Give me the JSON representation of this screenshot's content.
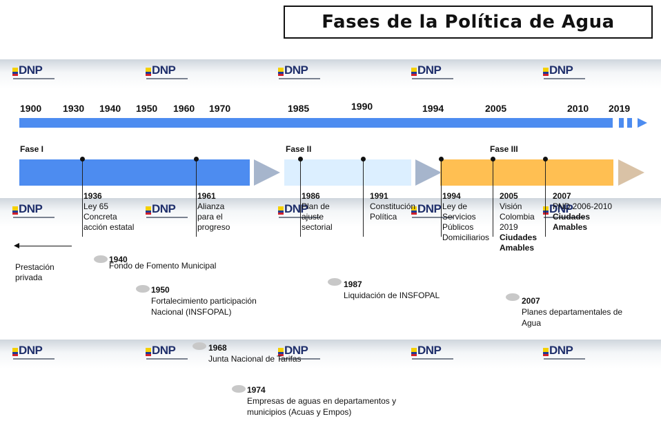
{
  "title": "Fases de la Política de Agua",
  "logo": {
    "text": "DNP",
    "colors": {
      "yellow": "#f5d000",
      "blue": "#1f3c94",
      "red": "#d0202a",
      "ink": "#1f2f6b"
    }
  },
  "years": [
    "1900",
    "1930",
    "1940",
    "1950",
    "1960",
    "1970",
    "1985",
    "1990",
    "1994",
    "2005",
    "2010",
    "2019"
  ],
  "phases": [
    {
      "label": "Fase I",
      "color": "#4d8cf0"
    },
    {
      "label": "Fase II",
      "color": "#dcefff"
    },
    {
      "label": "Fase III",
      "color": "#ffbf52"
    }
  ],
  "events": [
    {
      "year": "1936",
      "lines": [
        "Ley 65",
        "Concreta",
        "acción estatal"
      ]
    },
    {
      "year": "1961",
      "lines": [
        "Alianza",
        "para el",
        "progreso"
      ]
    },
    {
      "year": "1986",
      "lines": [
        "Plan de",
        "ajuste",
        "sectorial"
      ]
    },
    {
      "year": "1991",
      "lines": [
        "Constitución",
        "Política"
      ]
    },
    {
      "year": "1994",
      "lines": [
        "Ley de",
        "Servicios",
        "Públicos",
        "Domiciliarios"
      ]
    },
    {
      "year": "2005",
      "lines": [
        "Visión",
        "Colombia",
        "2019"
      ],
      "bold": [
        "Ciudades",
        "Amables"
      ]
    },
    {
      "year": "2007",
      "lines": [
        "PND 2006-2010"
      ],
      "bold": [
        "Ciudades",
        "Amables"
      ]
    }
  ],
  "arrow_left_label": [
    "Prestación",
    "privada"
  ],
  "milestones": [
    {
      "year": "1940",
      "text": [
        "Fondo de Fomento Municipal"
      ]
    },
    {
      "year": "1950",
      "text": [
        "Fortalecimiento participación",
        "Nacional (INSFOPAL)"
      ]
    },
    {
      "year": "1987",
      "text": [
        "Liquidación de INSFOPAL"
      ]
    },
    {
      "year": "2007",
      "text": [
        "Planes departamentales de",
        "Agua"
      ]
    },
    {
      "year": "1968",
      "text": [
        "Junta Nacional de Tarifas"
      ]
    },
    {
      "year": "1974",
      "text": [
        "Empresas de aguas en departamentos y",
        "municipios (Acuas y Empos)"
      ]
    }
  ]
}
